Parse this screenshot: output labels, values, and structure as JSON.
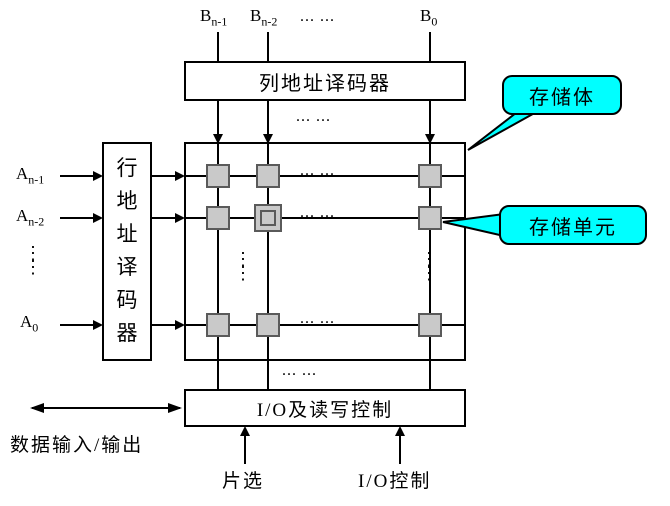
{
  "address_lines": {
    "b": [
      {
        "base": "B",
        "sub": "n-1"
      },
      {
        "base": "B",
        "sub": "n-2"
      },
      {
        "base": "B",
        "sub": "0"
      }
    ],
    "a": [
      {
        "base": "A",
        "sub": "n-1"
      },
      {
        "base": "A",
        "sub": "n-2"
      },
      {
        "base": "A",
        "sub": "0"
      }
    ]
  },
  "boxes": {
    "column_decoder": "列地址译码器",
    "row_decoder": "行地址译码器",
    "io_control": "I/O及读写控制"
  },
  "labels": {
    "data_io": "数据输入/输出",
    "chip_select": "片选",
    "io_control": "I/O控制"
  },
  "callouts": {
    "memory_bank": "存储体",
    "memory_cell": "存储单元"
  },
  "dots": {
    "h": "... ...",
    "v": "⋮"
  },
  "colors": {
    "callout_bg": "#00ffff",
    "cell_fill": "#c9c9c9",
    "cell_border": "#5a5a5a",
    "line": "#000000"
  }
}
